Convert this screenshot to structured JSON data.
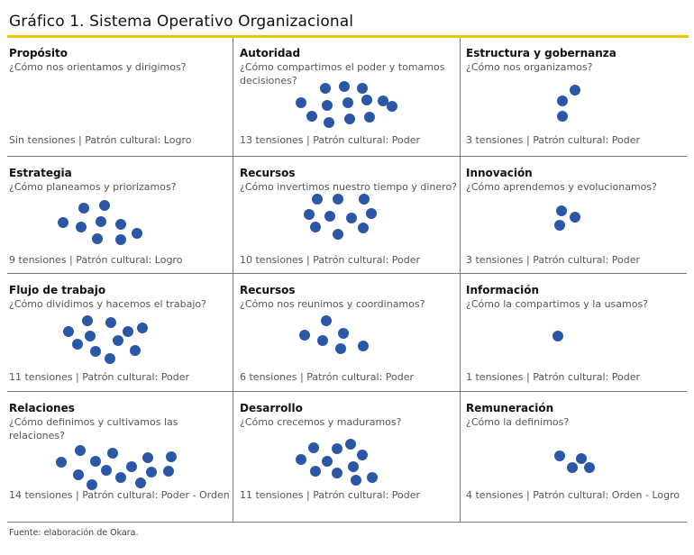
{
  "title": "Gráfico 1. Sistema Operativo Organizacional",
  "dot_color": "#2b57a7",
  "accent_color": "#f2c200",
  "cells": [
    {
      "name": "Propósito",
      "question": "¿Cómo nos orientamos y dirigimos?",
      "tensions": 0,
      "stat": "Sin tensiones | Patrón cultural: Logro"
    },
    {
      "name": "Autoridad",
      "question": "¿Cómo compartimos el poder y tomamos decisiones?",
      "tensions": 13,
      "stat": "13 tensiones | Patrón cultural: Poder"
    },
    {
      "name": "Estructura y gobernanza",
      "question": "¿Cómo nos organizamos?",
      "tensions": 3,
      "stat": "3 tensiones | Patrón cultural: Poder"
    },
    {
      "name": "Estrategia",
      "question": "¿Cómo planeamos y priorizamos?",
      "tensions": 9,
      "stat": "9 tensiones | Patrón cultural: Logro"
    },
    {
      "name": "Recursos",
      "question": "¿Cómo invertimos nuestro tiempo y dinero?",
      "tensions": 10,
      "stat": "10 tensiones | Patrón cultural: Poder"
    },
    {
      "name": "Innovación",
      "question": "¿Cómo aprendemos y evolucionamos?",
      "tensions": 3,
      "stat": "3 tensiones | Patrón cultural: Poder"
    },
    {
      "name": "Flujo de trabajo",
      "question": "¿Cómo dividimos y hacemos el trabajo?",
      "tensions": 11,
      "stat": "11 tensiones | Patrón cultural: Poder"
    },
    {
      "name": "Recursos",
      "question": "¿Cómo nos reunimos y coordinamos?",
      "tensions": 6,
      "stat": "6 tensiones | Patrón cultural: Poder"
    },
    {
      "name": "Información",
      "question": "¿Cómo la compartimos y la usamos?",
      "tensions": 1,
      "stat": "1 tensiones | Patrón cultural: Poder"
    },
    {
      "name": "Relaciones",
      "question": "¿Cómo definimos y cultivamos las relaciones?",
      "tensions": 14,
      "stat": "14 tensiones | Patrón cultural: Poder - Orden"
    },
    {
      "name": "Desarrollo",
      "question": "¿Cómo crecemos y maduramos?",
      "tensions": 11,
      "stat": "11 tensiones | Patrón cultural: Poder"
    },
    {
      "name": "Remuneración",
      "question": "¿Cómo la definimos?",
      "tensions": 4,
      "stat": "4 tensiones | Patrón cultural: Orden - Logro"
    }
  ],
  "source": "Fuente: elaboración de Okara."
}
